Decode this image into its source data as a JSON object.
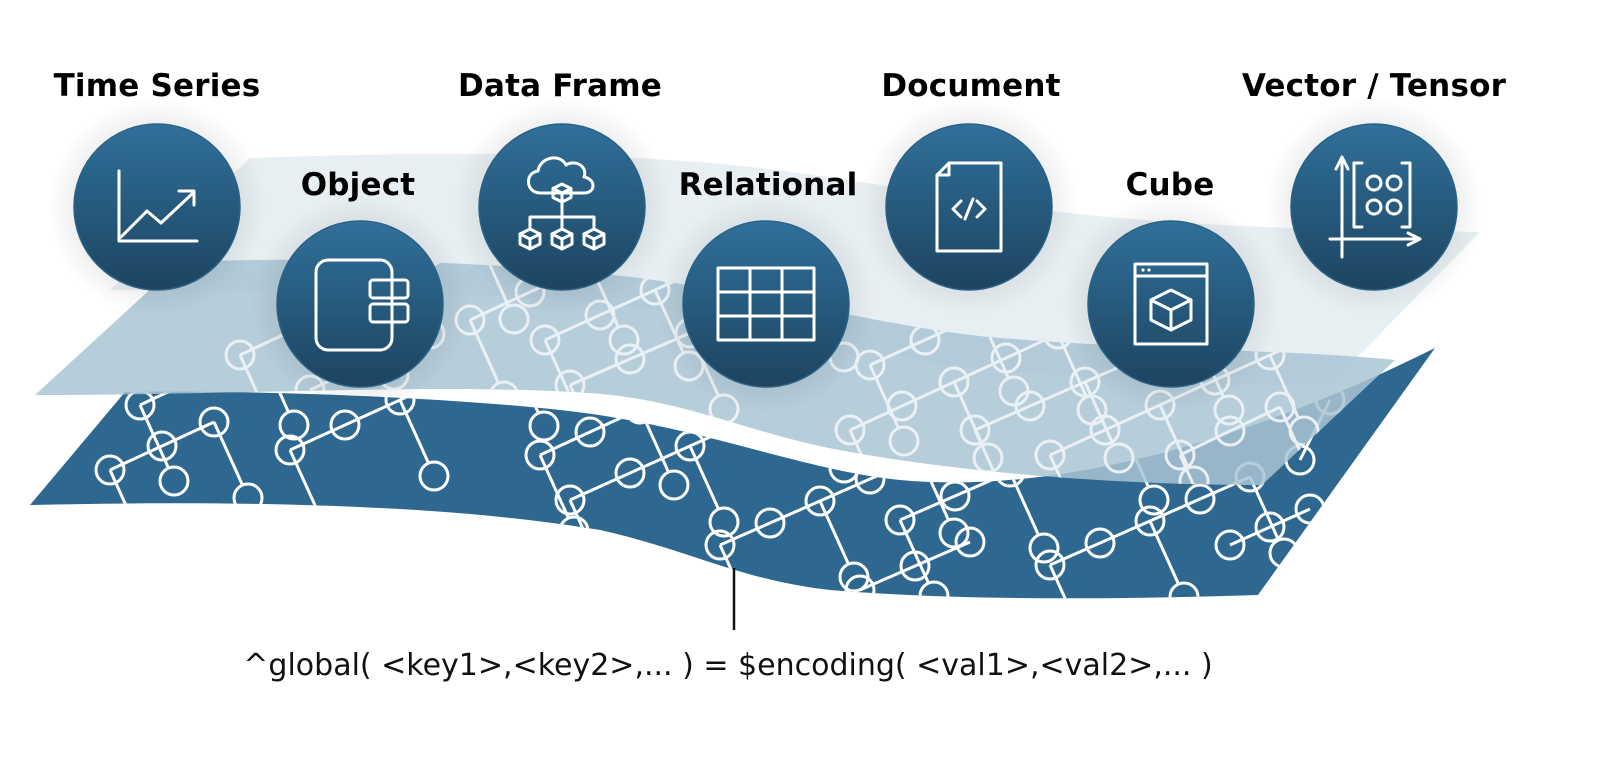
{
  "diagram": {
    "title": "Multi-model data representation on globals",
    "colors": {
      "circle_top": "#30709a",
      "circle_bottom": "#1d4460",
      "bottom_sheet": "#2e6890",
      "middle_sheet": "#b4ccd9",
      "top_sheet": "#e7eef2",
      "icon_stroke": "#ffffff",
      "network_dark": "#ffffff",
      "network_light": "#eef3f6"
    },
    "models": [
      {
        "id": "time-series",
        "label": "Time Series",
        "icon": "trend-chart-icon",
        "row": "upper"
      },
      {
        "id": "object",
        "label": "Object",
        "icon": "object-blocks-icon",
        "row": "lower"
      },
      {
        "id": "data-frame",
        "label": "Data Frame",
        "icon": "cloud-hierarchy-icon",
        "row": "upper"
      },
      {
        "id": "relational",
        "label": "Relational",
        "icon": "table-grid-icon",
        "row": "lower"
      },
      {
        "id": "document",
        "label": "Document",
        "icon": "code-document-icon",
        "row": "upper"
      },
      {
        "id": "cube",
        "label": "Cube",
        "icon": "window-cube-icon",
        "row": "lower"
      },
      {
        "id": "vector-tensor",
        "label": "Vector / Tensor",
        "icon": "matrix-axes-icon",
        "row": "upper"
      }
    ],
    "storage_layer": {
      "formula": "^global( <key1>,<key2>,... ) = $encoding( <val1>,<val2>,... )"
    }
  }
}
